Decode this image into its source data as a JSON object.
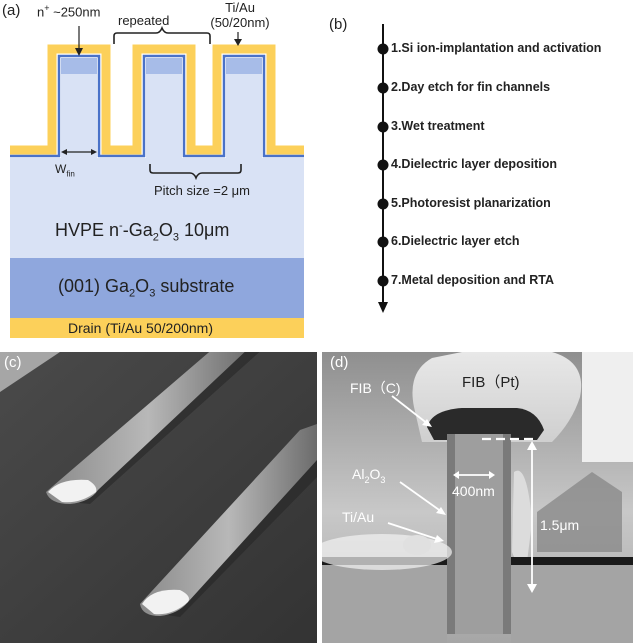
{
  "panels": {
    "a": {
      "label": "(a)",
      "n_plus": "n",
      "n_plus_sup": "+",
      "n_plus_depth": " ~250nm",
      "repeated": "repeated",
      "top_metal_line1": "Ti/Au",
      "top_metal_line2": "(50/20nm)",
      "w_fin_main": "W",
      "w_fin_sub": "fin",
      "pitch": "Pitch size =2 μm",
      "drift_prefix": "HVPE n",
      "drift_sup": "-",
      "drift_mid": "-Ga",
      "drift_sub1": "2",
      "drift_o": "O",
      "drift_sub2": "3",
      "drift_suffix": " 10μm",
      "substrate_prefix": "(001)  Ga",
      "substrate_sub1": "2",
      "substrate_o": "O",
      "substrate_sub2": "3",
      "substrate_suffix": " substrate",
      "drain": "Drain (Ti/Au 50/200nm)"
    },
    "b": {
      "label": "(b)",
      "steps": [
        "1.Si ion-implantation and activation",
        "2.Day etch for fin channels",
        "3.Wet treatment",
        "4.Dielectric layer deposition",
        "5.Photoresist planarization",
        "6.Dielectric layer etch",
        "7.Metal deposition and RTA"
      ]
    },
    "c": {
      "label": "(c)"
    },
    "d": {
      "label": "(d)",
      "fib_c": "FIB（C)",
      "fib_pt": "FIB（Pt)",
      "al_prefix": "Al",
      "al_sub1": "2",
      "al_o": "O",
      "al_sub2": "3",
      "width": "400nm",
      "tiau": "Ti/Au",
      "height": "1.5μm"
    }
  },
  "colors": {
    "gold": "#fcd05a",
    "blue_line": "#4a72c8",
    "drift": "#d9e2f5",
    "substrate": "#8fa7dd",
    "fin_top": "#a7bce8"
  }
}
